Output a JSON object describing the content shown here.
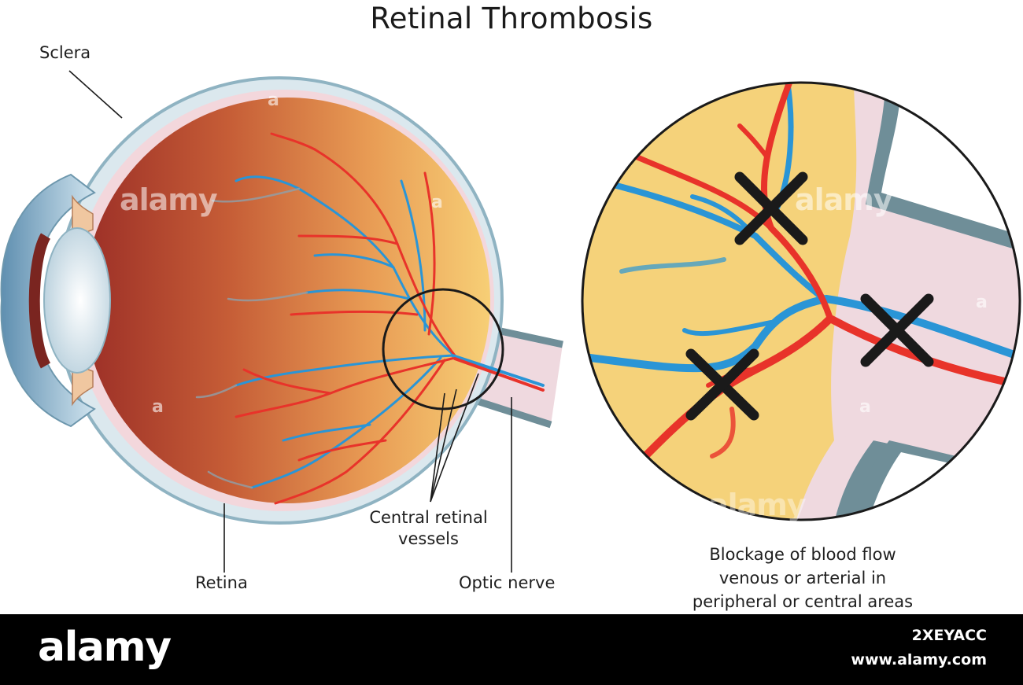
{
  "title": "Retinal Thrombosis",
  "labels": {
    "sclera": "Sclera",
    "retina": "Retina",
    "central_vessels_line1": "Central retinal",
    "central_vessels_line2": "vessels",
    "optic_nerve": "Optic nerve",
    "blockage_line1": "Blockage of blood flow",
    "blockage_line2": "venous or arterial in",
    "blockage_line3": "peripheral or central areas"
  },
  "watermark": {
    "text": "alamy",
    "small": "a"
  },
  "footer": {
    "logo": "alamy",
    "image_id": "2XEYACC",
    "url": "www.alamy.com"
  },
  "colors": {
    "artery": "#e8332a",
    "vein": "#2a95d6",
    "retina_fill": "#f5d27a",
    "sclera": "#c9dde6",
    "nerve_sheath": "#efd9df",
    "nerve_border": "#6f8e98",
    "blockage_mark": "#1a1a1a"
  },
  "icons": {
    "blockage": "x-mark-icon"
  }
}
